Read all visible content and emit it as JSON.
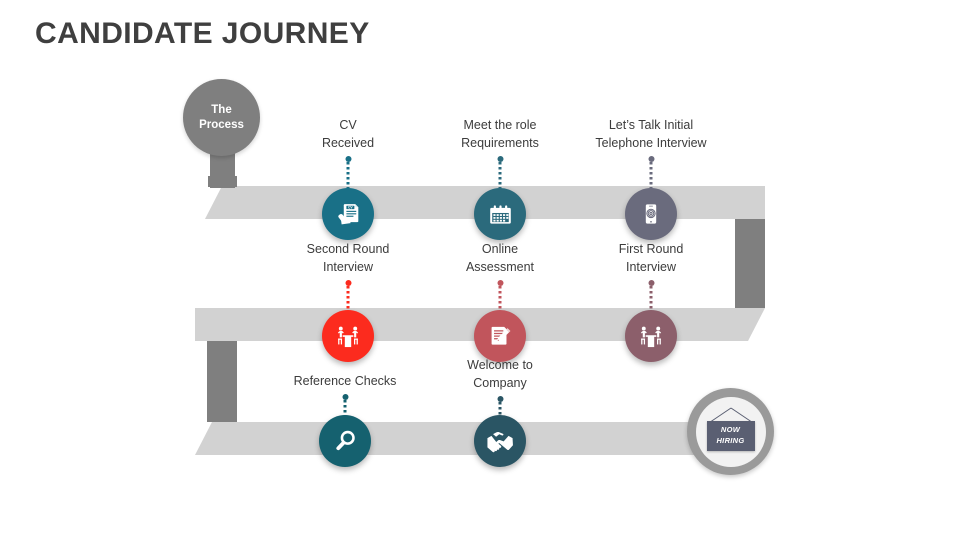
{
  "slide": {
    "title": "CANDIDATE JOURNEY",
    "background": "#ffffff",
    "title_color": "#3f3f3f"
  },
  "process_node": {
    "line1": "The",
    "line2": "Process",
    "color": "#7f7f7f",
    "text_color": "#ffffff"
  },
  "ribbon": {
    "band_color": "#d2d2d2",
    "connector_color": "#7f7f7f",
    "rows": 3
  },
  "steps": [
    {
      "id": "cv-received",
      "line1": "CV",
      "line2": "Received",
      "icon": "cv-document-hand-icon",
      "color": "#197087",
      "row": 1,
      "order": 1
    },
    {
      "id": "meet-role-requirements",
      "line1": "Meet the role",
      "line2": "Requirements",
      "icon": "calendar-icon",
      "color": "#2b6a7c",
      "row": 1,
      "order": 2
    },
    {
      "id": "initial-telephone-interview",
      "line1": "Let’s Talk Initial",
      "line2": "Telephone Interview",
      "icon": "smartphone-icon",
      "color": "#6a6b7d",
      "row": 1,
      "order": 3
    },
    {
      "id": "second-round-interview",
      "line1": "Second Round",
      "line2": "Interview",
      "icon": "two-people-table-icon",
      "color": "#fc2b1e",
      "row": 2,
      "order": 1
    },
    {
      "id": "online-assessment",
      "line1": "Online",
      "line2": "Assessment",
      "icon": "document-pencil-icon",
      "color": "#c1555c",
      "row": 2,
      "order": 2
    },
    {
      "id": "first-round-interview",
      "line1": "First Round",
      "line2": "Interview",
      "icon": "two-people-table-icon",
      "color": "#8c5f6b",
      "row": 2,
      "order": 3
    },
    {
      "id": "reference-checks",
      "line1": "Reference Checks",
      "line2": "",
      "icon": "magnifier-icon",
      "color": "#15616f",
      "row": 3,
      "order": 1
    },
    {
      "id": "welcome-to-company",
      "line1": "Welcome to",
      "line2": "Company",
      "icon": "handshake-icon",
      "color": "#2a5564",
      "row": 3,
      "order": 2
    }
  ],
  "hiring_badge": {
    "line1": "NOW",
    "line2": "HIRING",
    "ring_color": "#9a9a9a",
    "sign_color": "#5a5f72",
    "text_color": "#ffffff"
  }
}
